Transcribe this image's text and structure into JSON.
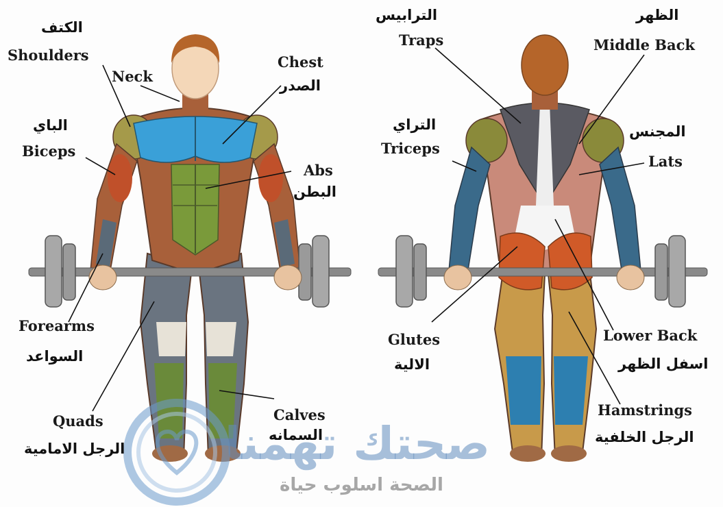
{
  "front_labels": {
    "shoulders_ar": "الكتف",
    "shoulders_en": "Shoulders",
    "neck_en": "Neck",
    "chest_en": "Chest",
    "chest_ar": "الصدر",
    "biceps_ar": "الباي",
    "biceps_en": "Biceps",
    "abs_en": "Abs",
    "abs_ar": "البطن",
    "forearms_en": "Forearms",
    "forearms_ar": "السواعد",
    "quads_en": "Quads",
    "quads_ar": "الرجل الامامية",
    "calves_en": "Calves",
    "calves_ar": "السمانه"
  },
  "back_labels": {
    "traps_ar": "الترابيس",
    "traps_en": "Traps",
    "middle_back_ar": "الظهر",
    "middle_back_en": "Middle Back",
    "triceps_ar": "التراي",
    "triceps_en": "Triceps",
    "lats_ar": "المجنس",
    "lats_en": "Lats",
    "glutes_en": "Glutes",
    "glutes_ar": "الالية",
    "lower_back_en": "Lower Back",
    "lower_back_ar": "اسفل الظهر",
    "hamstrings_en": "Hamstrings",
    "hamstrings_ar": "الرجل الخلفية"
  },
  "watermark": {
    "brand": "صحتك تهمنا",
    "slogan": "الصحة اسلوب حياة"
  },
  "colors": {
    "skin": "#f4d7b8",
    "hair": "#b5652a",
    "chest_blue": "#3aa0d8",
    "abs_green": "#7a9a3a",
    "shoulder_olive": "#a59a4a",
    "bicep_red": "#c0502a",
    "muscle_brown": "#a8603a",
    "quad_gray": "#6a7480",
    "calf_green": "#6a8a3a",
    "traps_gray": "#5a5a62",
    "lats_pink": "#c98a7a",
    "glute_orange": "#d05a28",
    "hamstring_tan": "#c89a4a",
    "calf_blue": "#2d7fb0",
    "bar": "#8a8a8a"
  }
}
